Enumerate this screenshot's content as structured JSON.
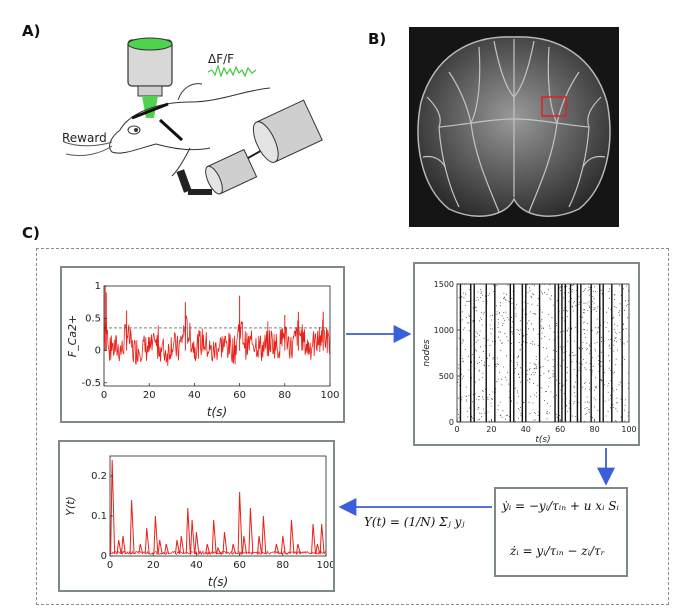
{
  "panels": {
    "a": {
      "label": "A)",
      "df_label": "ΔF/F",
      "reward_label": "Reward"
    },
    "b": {
      "label": "B)"
    },
    "c": {
      "label": "C)"
    }
  },
  "equations": {
    "y_eq": "ẏᵢ = −yᵢ/τᵢₙ + u xᵢ Sᵢ",
    "z_eq": "żᵢ = yᵢ/τᵢₙ − zᵢ/τᵣ",
    "sum_eq": "Y(t) = (1/N) Σⱼ yⱼ"
  },
  "colors": {
    "trace": "#e8211a",
    "arrow": "#3a5fd9",
    "box_border": "#7d8a86",
    "roi": "#e02020"
  },
  "chart_data": [
    {
      "type": "line",
      "name": "calcium-signal",
      "xlabel": "t(s)",
      "ylabel": "F_Ca2+",
      "xlim": [
        0,
        100
      ],
      "ylim": [
        -0.55,
        1.0
      ],
      "xticks": [
        0,
        20,
        40,
        60,
        80,
        100
      ],
      "yticks": [
        -0.5,
        0,
        0.5,
        1
      ],
      "ytick_labels": [
        "-0.5",
        "0",
        "0.5",
        "1"
      ],
      "threshold": 0.35,
      "x": [
        0,
        0.5,
        1,
        1.5,
        2,
        3,
        5,
        8,
        10,
        13,
        16,
        20,
        24,
        28,
        30,
        33,
        36,
        40,
        44,
        48,
        50,
        53,
        56,
        58,
        60,
        63,
        66,
        70,
        74,
        77,
        80,
        83,
        86,
        90,
        94,
        97,
        100
      ],
      "y": [
        0.2,
        1.0,
        0.9,
        0.5,
        -0.1,
        0.05,
        0.1,
        0.0,
        0.62,
        -0.05,
        0.1,
        0.05,
        0.15,
        -0.1,
        0.25,
        0.0,
        0.75,
        0.1,
        0.3,
        -0.1,
        0.1,
        0.2,
        0.1,
        0.0,
        0.85,
        0.1,
        0.3,
        0.05,
        0.3,
        0.1,
        0.55,
        0.05,
        0.6,
        0.1,
        0.2,
        0.6,
        0.1
      ]
    },
    {
      "type": "scatter",
      "name": "raster",
      "xlabel": "t(s)",
      "ylabel": "nodes",
      "xlim": [
        0,
        100
      ],
      "ylim": [
        0,
        1500
      ],
      "xticks": [
        0,
        20,
        40,
        60,
        80,
        100
      ],
      "yticks": [
        0,
        500,
        1000,
        1500
      ],
      "dense_columns": [
        2,
        8,
        10,
        17,
        22,
        31,
        33,
        38,
        40,
        48,
        57,
        59,
        61,
        63,
        66,
        70,
        72,
        78,
        83,
        85,
        90,
        96
      ]
    },
    {
      "type": "line",
      "name": "Y-mean-field",
      "xlabel": "t(s)",
      "ylabel": "Y(t)",
      "xlim": [
        0,
        100
      ],
      "ylim": [
        0,
        0.25
      ],
      "xticks": [
        0,
        20,
        40,
        60,
        80,
        100
      ],
      "yticks": [
        0,
        0.1,
        0.2
      ],
      "peaks": [
        [
          1,
          0.24
        ],
        [
          4,
          0.04
        ],
        [
          6,
          0.05
        ],
        [
          10,
          0.14
        ],
        [
          14,
          0.03
        ],
        [
          17,
          0.07
        ],
        [
          21,
          0.1
        ],
        [
          23,
          0.04
        ],
        [
          26,
          0.03
        ],
        [
          31,
          0.04
        ],
        [
          33,
          0.05
        ],
        [
          36,
          0.12
        ],
        [
          38,
          0.09
        ],
        [
          40,
          0.06
        ],
        [
          45,
          0.03
        ],
        [
          48,
          0.09
        ],
        [
          50,
          0.02
        ],
        [
          53,
          0.06
        ],
        [
          57,
          0.03
        ],
        [
          60,
          0.16
        ],
        [
          62,
          0.05
        ],
        [
          65,
          0.12
        ],
        [
          69,
          0.05
        ],
        [
          71,
          0.1
        ],
        [
          77,
          0.03
        ],
        [
          80,
          0.05
        ],
        [
          84,
          0.09
        ],
        [
          87,
          0.03
        ],
        [
          94,
          0.08
        ],
        [
          96,
          0.03
        ],
        [
          98,
          0.08
        ]
      ]
    }
  ]
}
